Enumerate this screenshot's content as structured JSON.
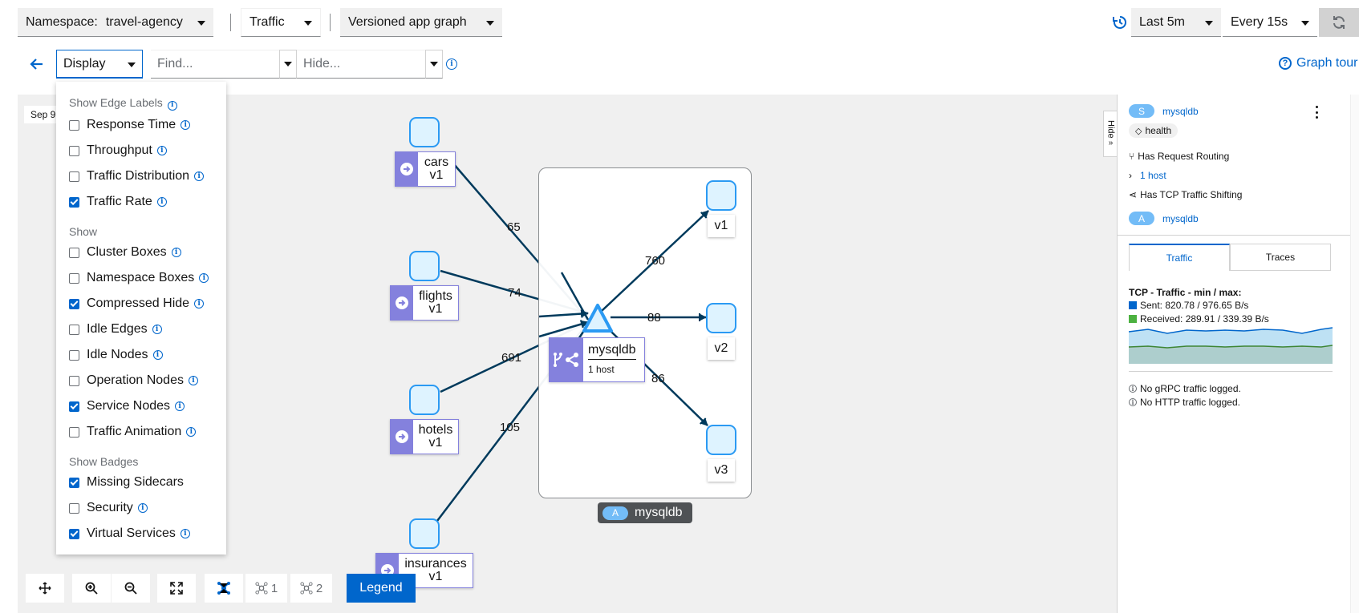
{
  "toolbar": {
    "namespace_label": "Namespace:",
    "namespace_value": "travel-agency",
    "traffic_select": "Traffic",
    "graph_type": "Versioned app graph",
    "time_range": "Last 5m",
    "refresh_interval": "Every 15s",
    "display_label": "Display",
    "find_placeholder": "Find...",
    "hide_placeholder": "Hide...",
    "graph_tour": "Graph tour"
  },
  "graph": {
    "date_label": "Sep 9",
    "nodes": {
      "cars": [
        "cars",
        "v1"
      ],
      "flights": [
        "flights",
        "v1"
      ],
      "hotels": [
        "hotels",
        "v1"
      ],
      "insurances": [
        "insurances",
        "v1"
      ],
      "mysqldb": "mysqldb",
      "mysqldb_hosts": "1 host",
      "v1": "v1",
      "v2": "v2",
      "v3": "v3",
      "app_box_badge": "A",
      "app_box_name": "mysqldb"
    },
    "edges": {
      "cars": "65",
      "flights": "74",
      "hotels": "691",
      "insurances": "105",
      "v1": "760",
      "v2": "88",
      "v3": "86"
    },
    "legend_button": "Legend",
    "layout_1": "1",
    "layout_2": "2"
  },
  "display_menu": {
    "sec_edge_labels": "Show Edge Labels",
    "response_time": "Response Time",
    "throughput": "Throughput",
    "traffic_distribution": "Traffic Distribution",
    "traffic_rate": "Traffic Rate",
    "sec_show": "Show",
    "cluster_boxes": "Cluster Boxes",
    "namespace_boxes": "Namespace Boxes",
    "compressed_hide": "Compressed Hide",
    "idle_edges": "Idle Edges",
    "idle_nodes": "Idle Nodes",
    "operation_nodes": "Operation Nodes",
    "service_nodes": "Service Nodes",
    "traffic_animation": "Traffic Animation",
    "sec_badges": "Show Badges",
    "missing_sidecars": "Missing Sidecars",
    "security": "Security",
    "virtual_services": "Virtual Services"
  },
  "side_panel": {
    "hide_tab": "Hide",
    "service_badge": "S",
    "service_name": "mysqldb",
    "health_label": "health",
    "request_routing": "Has Request Routing",
    "hosts_link": "1 host",
    "tcp_shifting": "Has TCP Traffic Shifting",
    "app_badge": "A",
    "app_name": "mysqldb",
    "tab_traffic": "Traffic",
    "tab_traces": "Traces",
    "tcp_title": "TCP - Traffic - min / max:",
    "sent": "Sent: 820.78 / 976.65 B/s",
    "received": "Received: 289.91 / 339.39 B/s",
    "no_grpc": "No gRPC traffic logged.",
    "no_http": "No HTTP traffic logged."
  },
  "colors": {
    "accent": "#0066cc",
    "edge": "#003a5c",
    "node_fill": "#def3ff",
    "node_border": "#2b9af3",
    "app_purple": "#8481dd",
    "sent_series": "#0066cc",
    "received_series": "#3e8635"
  }
}
